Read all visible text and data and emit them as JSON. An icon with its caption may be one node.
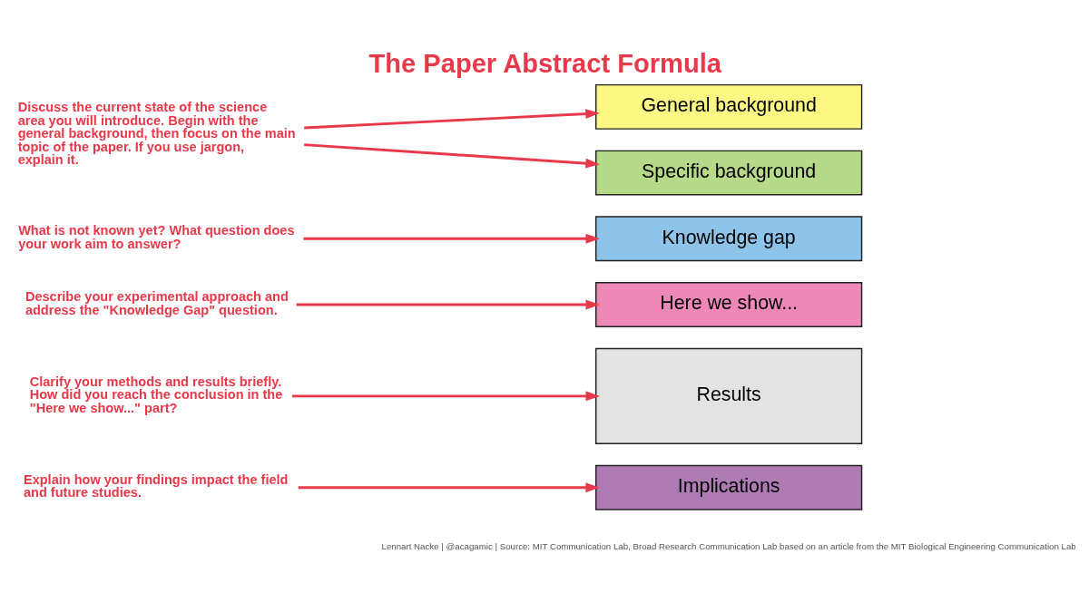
{
  "diagram": {
    "title": "The Paper Abstract Formula",
    "caption": "Lennart Nacke | @acagamic | Source: MIT Communication Lab, Broad Research Communication Lab based on an article from the MIT Biological Engineering Communication Lab",
    "nodes": [
      {
        "text": [
          "Discuss the current state of the science area you will introduce. Begin with the general background, then focus on the main topic of the paper. If you use jargon, explain it."
        ]
      },
      {
        "text": [
          "General background"
        ]
      },
      {
        "text": [
          "Specific background"
        ]
      },
      {
        "text": [
          "What is not known yet? What question does your work aim to answer?"
        ]
      },
      {
        "text": [
          "Knowledge gap"
        ]
      },
      {
        "text": [
          "Describe your experimental approach and address the \"Knowledge Gap\" question."
        ]
      },
      {
        "text": [
          "Here we show..."
        ]
      },
      {
        "text": [
          "Clarify your methods and results briefly. How did you reach the conclusion in the \"Here we show...\" part?"
        ]
      },
      {
        "text": [
          "Results"
        ]
      },
      {
        "text": [
          "Explain how your findings impact the field and future studies."
        ]
      },
      {
        "text": [
          "Implications"
        ]
      }
    ],
    "edges": [
      {
        "from": 0,
        "to": 1,
        "arrow": "to"
      },
      {
        "from": 0,
        "to": 2,
        "arrow": "to"
      },
      {
        "from": 3,
        "to": 4,
        "arrow": "to"
      },
      {
        "from": 5,
        "to": 6,
        "arrow": "to"
      },
      {
        "from": 7,
        "to": 8,
        "arrow": "to"
      },
      {
        "from": 9,
        "to": 10,
        "arrow": "to"
      }
    ]
  }
}
